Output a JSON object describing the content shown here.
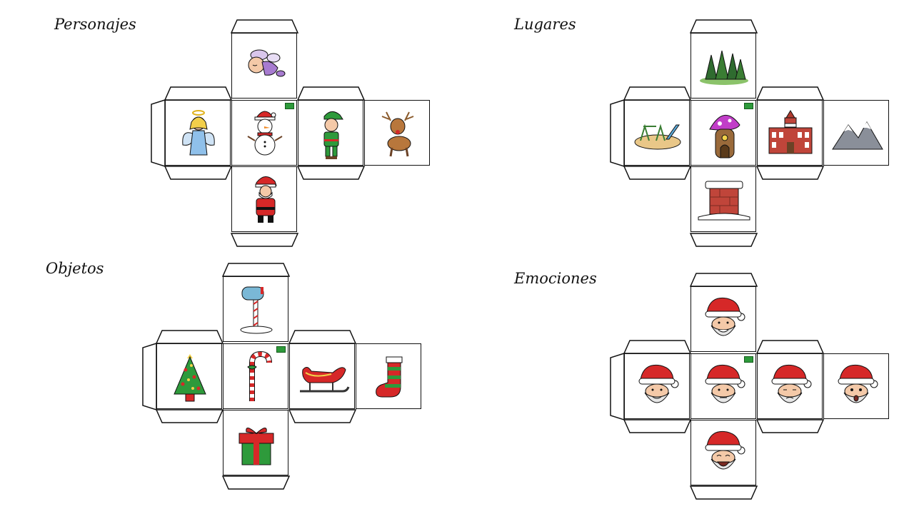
{
  "titles": {
    "personajes": "Personajes",
    "lugares": "Lugares",
    "objetos": "Objetos",
    "emociones": "Emociones"
  },
  "cubes": {
    "personajes": [
      "sleeping-fairy-icon",
      "angel-icon",
      "snowman-icon",
      "elf-icon",
      "reindeer-icon",
      "santa-icon"
    ],
    "lugares": [
      "forest-icon",
      "playground-icon",
      "gnome-house-icon",
      "school-icon",
      "mountains-icon",
      "chimney-icon"
    ],
    "objetos": [
      "mailbox-icon",
      "christmas-tree-icon",
      "candy-cane-icon",
      "sleigh-icon",
      "stocking-icon",
      "gift-icon"
    ],
    "emociones": [
      "santa-face-happy-icon",
      "santa-face-smile-icon",
      "santa-face-neutral-icon",
      "santa-face-calm-icon",
      "santa-face-surprised-icon",
      "santa-face-laugh-icon"
    ]
  },
  "colors": {
    "outline": "#111111",
    "red": "#d62828",
    "green": "#2e9a3b",
    "skin": "#f4c9a8"
  }
}
